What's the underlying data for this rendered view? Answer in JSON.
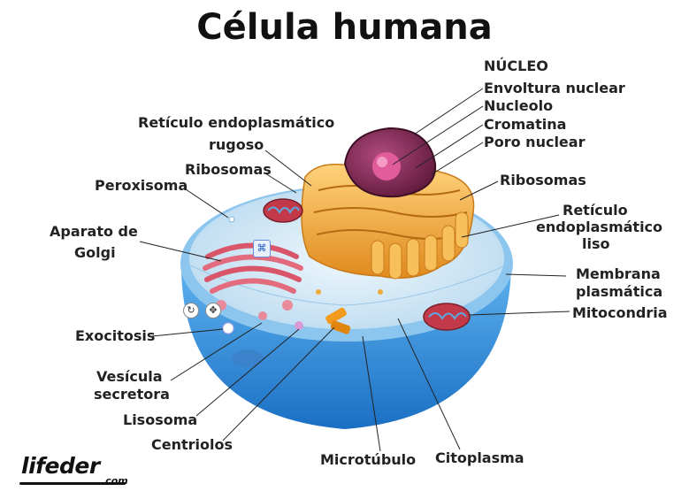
{
  "title": "Célula humana",
  "labels": {
    "nucleo": "NÚCLEO",
    "envoltura": "Envoltura nuclear",
    "nucleolo": "Nucleolo",
    "cromatina": "Cromatina",
    "poro": "Poro nuclear",
    "reticulo_rugoso_1": "Retículo endoplasmático",
    "reticulo_rugoso_2": "rugoso",
    "ribosomas_left": "Ribosomas",
    "peroxisoma": "Peroxisoma",
    "ribosomas_right": "Ribosomas",
    "reticulo_liso_1": "Retículo",
    "reticulo_liso_2": "endoplasmático",
    "reticulo_liso_3": "liso",
    "aparato_1": "Aparato de",
    "aparato_2": "Golgi",
    "membrana_1": "Membrana",
    "membrana_2": "plasmática",
    "mitocondria": "Mitocondria",
    "exocitosis": "Exocitosis",
    "vesicula_1": "Vesícula",
    "vesicula_2": "secretora",
    "lisosoma": "Lisosoma",
    "centriolos": "Centriolos",
    "microtubulo": "Microtúbulo",
    "citoplasma": "Citoplasma"
  },
  "logo": {
    "text": "lifeder",
    "suffix": ".com"
  },
  "colors": {
    "membrane": "#2b8fe0",
    "cytoplasm": "#cfe6f5",
    "nucleus": "#8a2a5a",
    "er": "#f2a93b",
    "golgi": "#d9556a",
    "mitochondria": "#c23a4a"
  }
}
